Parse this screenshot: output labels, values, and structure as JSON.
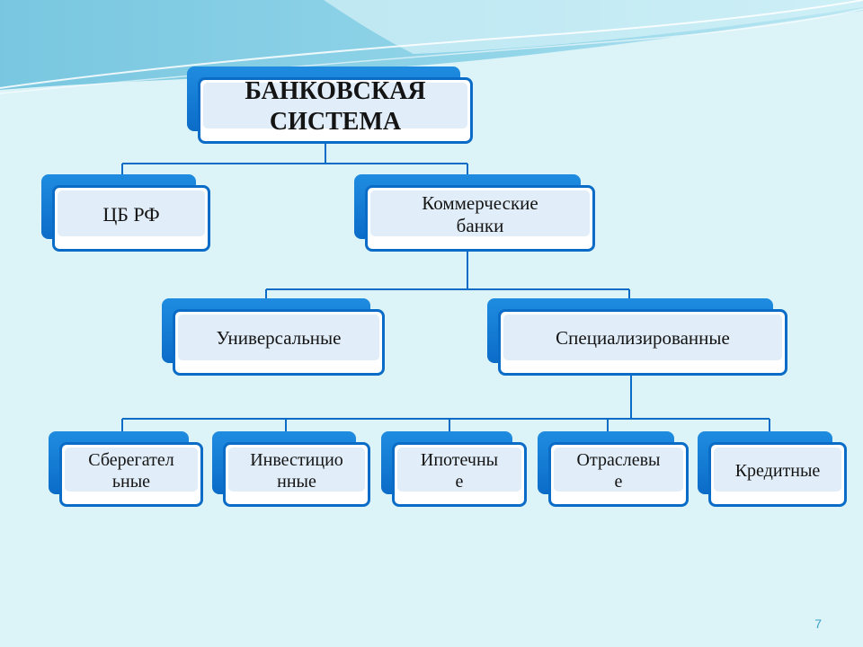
{
  "diagram": {
    "root": "БАНКОВСКАЯ СИСТЕМА",
    "level1": [
      "ЦБ РФ",
      "Коммерческие банки"
    ],
    "level2": [
      "Универсальные",
      "Специализированные"
    ],
    "level3": [
      "Сберегательные",
      "Инвестиционные",
      "Ипотечные",
      "Отраслевые",
      "Кредитные"
    ],
    "edges": [
      [
        "БАНКОВСКАЯ СИСТЕМА",
        "ЦБ РФ"
      ],
      [
        "БАНКОВСКАЯ СИСТЕМА",
        "Коммерческие банки"
      ],
      [
        "Коммерческие банки",
        "Универсальные"
      ],
      [
        "Коммерческие банки",
        "Специализированные"
      ],
      [
        "Специализированные",
        "Сберегательные"
      ],
      [
        "Специализированные",
        "Инвестиционные"
      ],
      [
        "Специализированные",
        "Ипотечные"
      ],
      [
        "Специализированные",
        "Отраслевые"
      ],
      [
        "Специализированные",
        "Кредитные"
      ]
    ]
  },
  "labels": {
    "root": "БАНКОВСКАЯ\nСИСТЕМА",
    "cb": "ЦБ РФ",
    "commercial": "Коммерческие\nбанки",
    "universal": "Универсальные",
    "specialized": "Специализированные",
    "savings": "Сберегател\nьные",
    "investment": "Инвестицио\nнные",
    "mortgage": "Ипотечны\nе",
    "sectoral": "Отраслевы\nе",
    "credit": "Кредитные"
  },
  "page": {
    "number": "7"
  },
  "colors": {
    "background": "#dcf3f8",
    "node_back": "#0b6cc8",
    "node_inner": "#e1edf8",
    "connector": "#0b6cc8",
    "page_number": "#3ba0c8"
  }
}
